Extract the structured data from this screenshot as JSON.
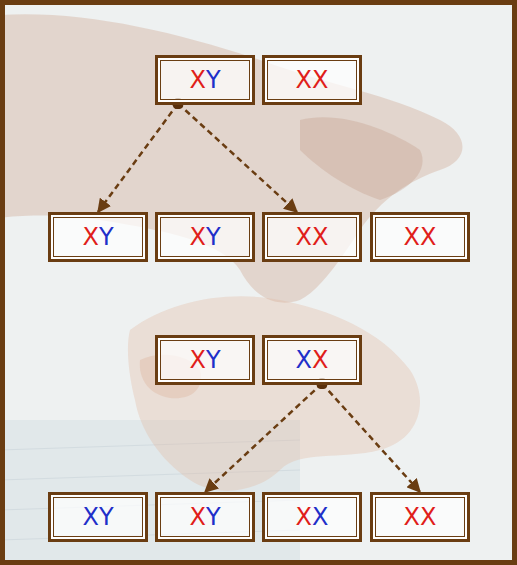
{
  "diagram": {
    "nodes": [
      {
        "text": [
          "XY"
        ]
      },
      {
        "text": [
          "XX"
        ]
      },
      {
        "text": [
          "XY"
        ]
      },
      {
        "text": [
          "XY"
        ]
      },
      {
        "text": [
          "XX"
        ]
      },
      {
        "text": [
          "XX"
        ]
      },
      {
        "text": [
          "XY"
        ]
      },
      {
        "text": [
          "XX"
        ]
      },
      {
        "text": [
          "XY"
        ]
      },
      {
        "text": [
          "XY"
        ]
      },
      {
        "text": [
          "XX"
        ]
      },
      {
        "text": [
          "XX"
        ]
      }
    ],
    "edges": [
      {
        "from": 0,
        "to": 2,
        "arrow": "to"
      },
      {
        "from": 0,
        "to": 4,
        "arrow": "to"
      },
      {
        "from": 7,
        "to": 9,
        "arrow": "to"
      },
      {
        "from": 7,
        "to": 11,
        "arrow": "to"
      }
    ]
  }
}
